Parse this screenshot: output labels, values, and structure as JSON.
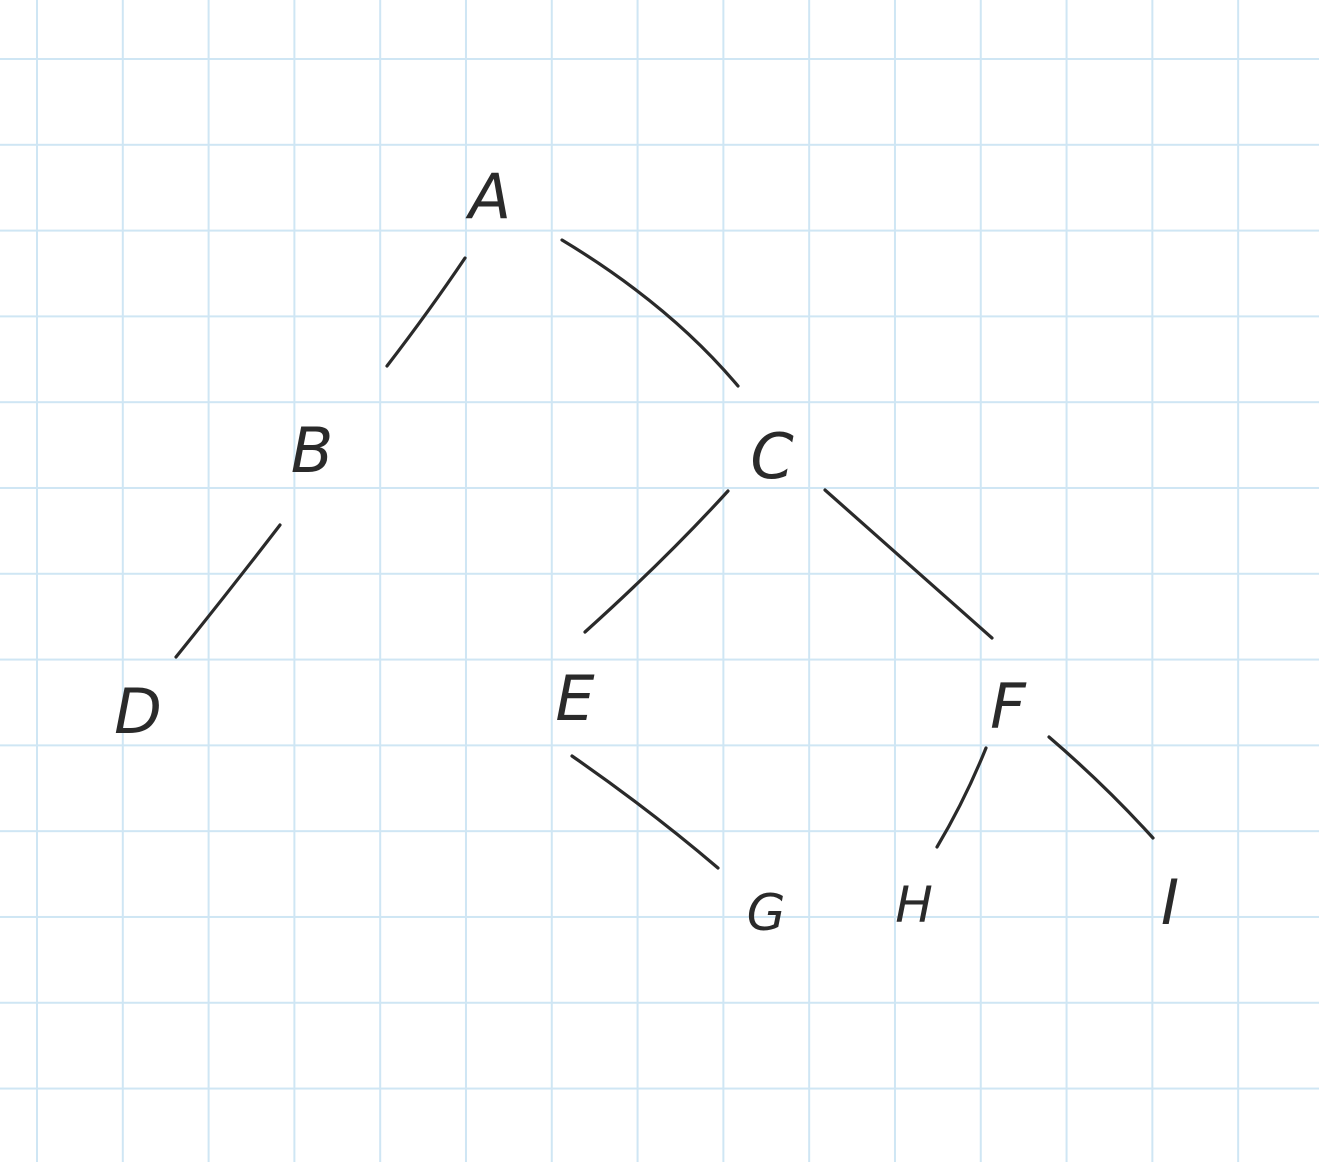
{
  "diagram": {
    "nodes": [
      {
        "id": "A",
        "label": "A"
      },
      {
        "id": "B",
        "label": "B"
      },
      {
        "id": "C",
        "label": "C"
      },
      {
        "id": "D",
        "label": "D"
      },
      {
        "id": "E",
        "label": "E"
      },
      {
        "id": "F",
        "label": "F"
      },
      {
        "id": "G",
        "label": "G"
      },
      {
        "id": "H",
        "label": "H"
      },
      {
        "id": "I",
        "label": "I"
      }
    ],
    "edges": [
      {
        "from": "A",
        "to": "B"
      },
      {
        "from": "A",
        "to": "C"
      },
      {
        "from": "B",
        "to": "D"
      },
      {
        "from": "C",
        "to": "E"
      },
      {
        "from": "C",
        "to": "F"
      },
      {
        "from": "E",
        "to": "G"
      },
      {
        "from": "F",
        "to": "H"
      },
      {
        "from": "F",
        "to": "I"
      }
    ],
    "colors": {
      "ink": "#2a2a2a",
      "grid": "#cfe6f4",
      "paper": "#ffffff"
    }
  }
}
